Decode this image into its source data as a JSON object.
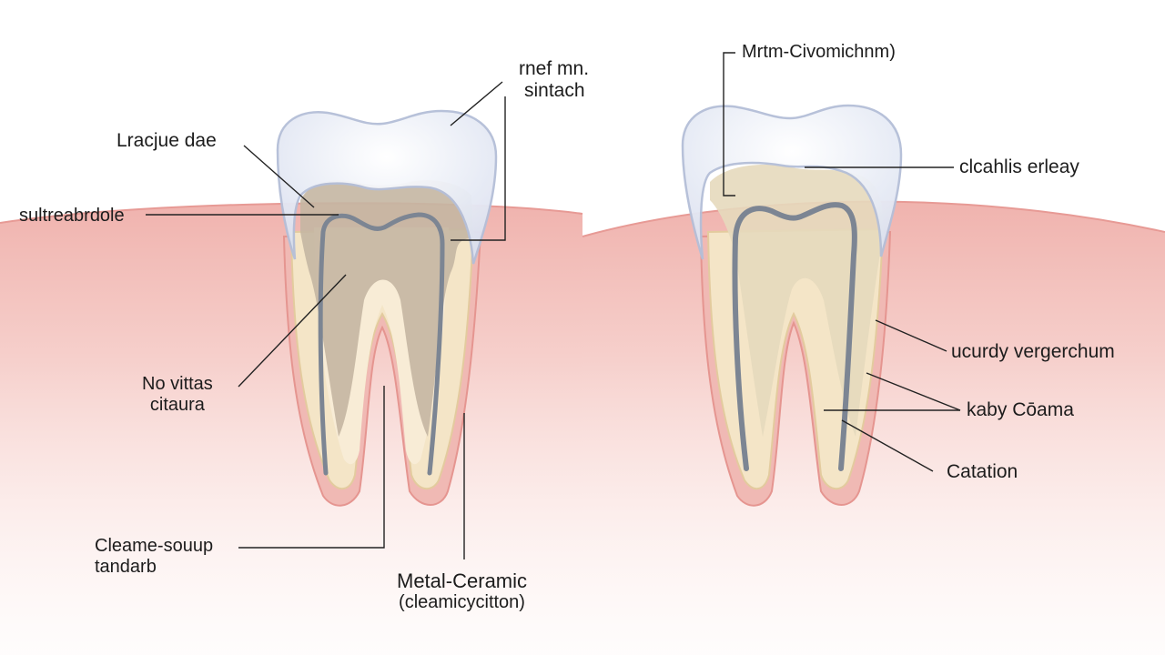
{
  "colors": {
    "gum": "#f2c7c3",
    "gum_edge": "#e69a96",
    "enamel": "#e9edf7",
    "enamel_edge": "#b8c2dc",
    "dentin": "#f3e7cf",
    "dentin_edge": "#e5cfa6",
    "metal_core": "#c7b9a4",
    "ceramic_core": "#ede1c8",
    "pulp_line": "#7d8591",
    "leader": "#222222"
  },
  "labels": {
    "left_tooth": {
      "top_line1": "rnef mn.",
      "top_line2": "sintach",
      "upper_left": "Lracjue dae",
      "mid_left": "sultreabrdole",
      "lower_left_line1": "No vittas",
      "lower_left_line2": "citaura",
      "bottom_left_line1": "Cleame-souup",
      "bottom_left_line2": "tandarb",
      "bottom_center_line1": "Metal-Ceramic",
      "bottom_center_line2": "(cleamicycitton)"
    },
    "right_tooth": {
      "top": "Mrtm-Civomichnm)",
      "upper_right": "clcahlis erleay",
      "mid_right": "ucurdy vergerchum",
      "lower_right": "kaby Cōama",
      "bottom_right": "Catation"
    }
  }
}
